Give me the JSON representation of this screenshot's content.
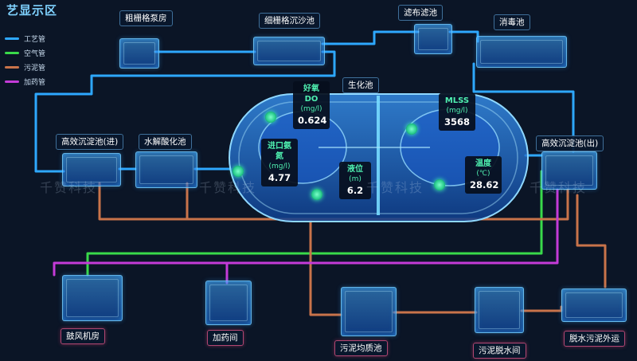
{
  "title": "艺显示区",
  "legend": [
    {
      "label": "工艺管",
      "color": "#2ea8ff"
    },
    {
      "label": "空气管",
      "color": "#39d94a"
    },
    {
      "label": "污泥管",
      "color": "#c9734a"
    },
    {
      "label": "加药管",
      "color": "#c43bd8"
    }
  ],
  "units": {
    "coarse_screen": "粗栅格泵房",
    "fine_screen": "细栅格沉沙池",
    "cloth_filter": "滤布滤池",
    "disinfection": "消毒池",
    "clarifier_in": "高效沉淀池(进)",
    "hydrolysis": "水解酸化池",
    "biochem": "生化池",
    "clarifier_out": "高效沉淀池(出)",
    "blower": "鼓风机房",
    "dosing": "加药间",
    "sludge_homog": "污泥均质池",
    "sludge_dewater": "污泥脱水间",
    "sludge_transport": "脱水污泥外运"
  },
  "params": {
    "do": {
      "name": "好氧DO",
      "unit": "(mg/l)",
      "value": "0.624"
    },
    "mlss": {
      "name": "MLSS",
      "unit": "(mg/l)",
      "value": "3568"
    },
    "ammonia": {
      "name": "进口氨氮",
      "unit": "(mg/l)",
      "value": "4.77"
    },
    "level": {
      "name": "液位",
      "unit": "(m)",
      "value": "6.2"
    },
    "temp": {
      "name": "温度",
      "unit": "(℃)",
      "value": "28.62"
    }
  },
  "watermark": "千赞科技",
  "colors": {
    "background": "#0b1526",
    "process": "#2ea8ff",
    "air": "#39d94a",
    "sludge": "#c9734a",
    "dosing": "#c43bd8",
    "param_green": "#4ff0b0"
  }
}
